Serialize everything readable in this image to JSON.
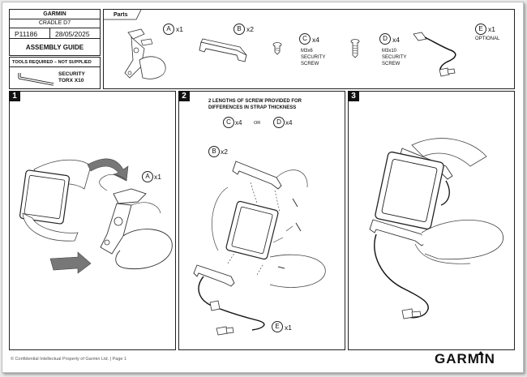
{
  "header": {
    "brand": "GARMIN",
    "product": "CRADLE D7",
    "part_no": "P11186",
    "date": "28/05/2025",
    "title": "ASSEMBLY GUIDE"
  },
  "tools": {
    "heading": "TOOLS REQUIRED – NOT SUPPLIED",
    "item_line1": "SECURITY",
    "item_line2": "TORX X10"
  },
  "parts": {
    "heading": "Parts",
    "items": [
      {
        "letter": "A",
        "qty": "x1",
        "desc1": "",
        "desc2": "",
        "desc3": ""
      },
      {
        "letter": "B",
        "qty": "x2",
        "desc1": "",
        "desc2": "",
        "desc3": ""
      },
      {
        "letter": "C",
        "qty": "x4",
        "desc1": "M3x6",
        "desc2": "SECURITY",
        "desc3": "SCREW"
      },
      {
        "letter": "D",
        "qty": "x4",
        "desc1": "M3x10",
        "desc2": "SECURITY",
        "desc3": "SCREW"
      },
      {
        "letter": "E",
        "qty": "x1",
        "desc1": "OPTIONAL",
        "desc2": "",
        "desc3": ""
      }
    ]
  },
  "steps": [
    {
      "number": "1",
      "label_letter": "A",
      "label_qty": "x1"
    },
    {
      "number": "2",
      "note_line1": "2 LENGTHS OF SCREW PROVIDED FOR",
      "note_line2": "DIFFERENCES IN STRAP THICKNESS",
      "opt1_letter": "C",
      "opt1_qty": "x4",
      "or": "OR",
      "opt2_letter": "D",
      "opt2_qty": "x4",
      "b_letter": "B",
      "b_qty": "x2",
      "e_letter": "E",
      "e_qty": "x1"
    },
    {
      "number": "3"
    }
  ],
  "footer": {
    "confidential": "© Confidential Intellectual Property of Garmin Ltd. | Page 1",
    "logo": "GARMIN"
  }
}
